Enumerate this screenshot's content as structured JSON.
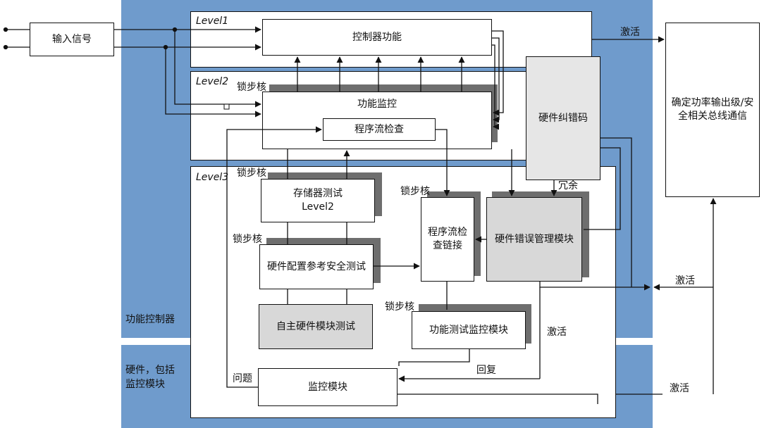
{
  "diagram": {
    "input_signal": "输入信号",
    "controller_function": "控制器功能",
    "function_monitoring": "功能监控",
    "program_flow_check": "程序流检查",
    "memory_test_line1": "存储器测试",
    "memory_test_line2": "Level2",
    "hw_config_test": "硬件配置参考安全测试",
    "autonomous_hw_test": "自主硬件模块测试",
    "program_flow_link": "程序流检查链接",
    "hw_error_correction_code": "硬件纠错码",
    "hw_error_mgmt": "硬件错误管理模块",
    "function_test_monitor": "功能测试监控模块",
    "monitor_module": "监控模块",
    "output_stage": "确定功率输出级/安全相关总线通信",
    "level1": "Level1",
    "level2": "Level2",
    "level3": "Level3",
    "lockstep_label": "锁步核",
    "redundant_label": "冗余",
    "activate_label": "激活",
    "problem_label": "问题",
    "reply_label": "回复",
    "function_controller": "功能控制器",
    "hardware_incl_monitor": "硬件，包括监控模块"
  }
}
